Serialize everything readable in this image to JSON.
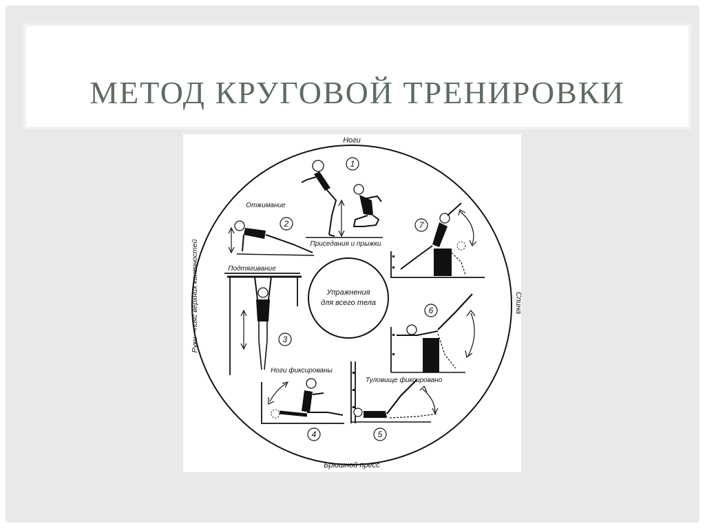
{
  "slide": {
    "title": "МЕТОД КРУГОВОЙ ТРЕНИРОВКИ"
  },
  "diagram": {
    "top_label": "Ноги",
    "bottom_label": "Брюшной пресс",
    "left_label": "Руки—пояс верхних конечностей",
    "right_label": "Спина",
    "center_line1": "Упражнения",
    "center_line2": "для всего тела",
    "exercises": [
      {
        "num": "1",
        "caption": "Приседания и прыжки"
      },
      {
        "num": "2",
        "caption": "Отжимание"
      },
      {
        "num": "3",
        "caption": "Подтягивание"
      },
      {
        "num": "4",
        "caption": "Ноги фиксированы"
      },
      {
        "num": "5",
        "caption": "Туловище фиксировано"
      },
      {
        "num": "6",
        "caption": ""
      },
      {
        "num": "7",
        "caption": ""
      }
    ]
  }
}
